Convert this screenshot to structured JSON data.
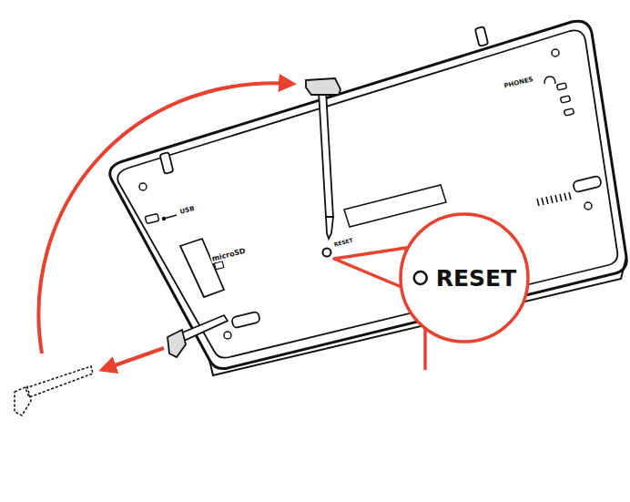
{
  "diagram": {
    "nodes": [
      {
        "text": [
          "RESET"
        ]
      }
    ],
    "labels": [
      "USB",
      "microSD",
      "PHONES",
      "RESET"
    ]
  }
}
